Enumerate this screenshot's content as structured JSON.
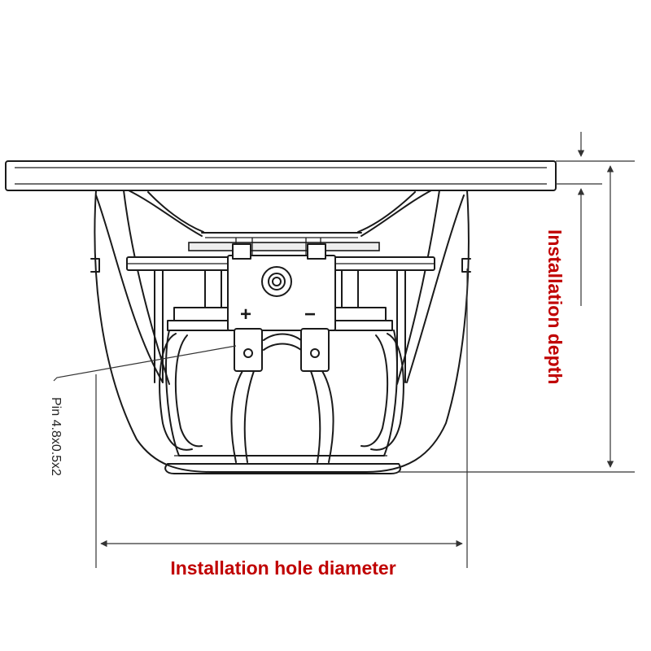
{
  "labels": {
    "installation_depth": "Installation depth",
    "installation_hole_diameter": "Installation hole diameter",
    "pin_spec": "Pin 4.8x0.5x2"
  },
  "terminals": {
    "positive": "+",
    "negative": "−"
  },
  "colors": {
    "label_red": "#c00000",
    "line": "#1a1a1a"
  }
}
